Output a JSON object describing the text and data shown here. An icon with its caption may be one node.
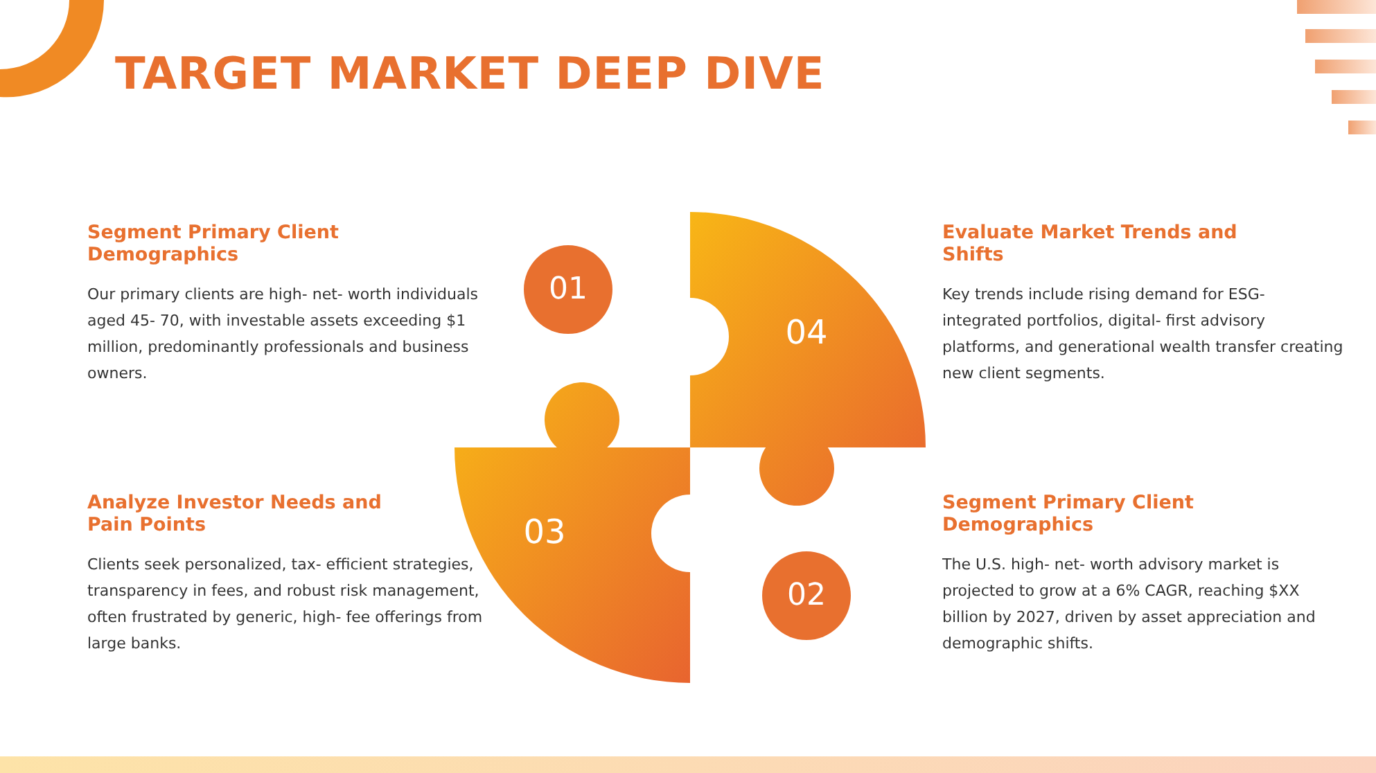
{
  "diagram": {
    "title": "TARGET MARKET DEEP DIVE",
    "nodes": [
      {
        "text": [
          "01"
        ]
      },
      {
        "text": [
          "04"
        ]
      },
      {
        "text": [
          "03"
        ]
      },
      {
        "text": [
          "02"
        ]
      }
    ],
    "labels": [
      "Segment Primary Client Demographics",
      "Our primary clients are high- net- worth individuals aged 45- 70, with investable assets exceeding $1 million, predominantly professionals and business owners.",
      "Evaluate Market Trends and Shifts",
      "Key trends include rising demand for ESG- integrated portfolios, digital- first advisory platforms, and generational wealth transfer creating new client segments.",
      "Analyze Investor Needs and Pain Points",
      "Clients seek personalized, tax- efficient strategies, transparency in fees, and robust risk management, often frustrated by generic, high- fee offerings from large banks.",
      "Segment Primary Client Demographics",
      "The U.S. high- net- worth advisory market is projected to grow at a 6% CAGR, reaching $XX billion by 2027, driven by asset appreciation and demographic shifts."
    ]
  }
}
